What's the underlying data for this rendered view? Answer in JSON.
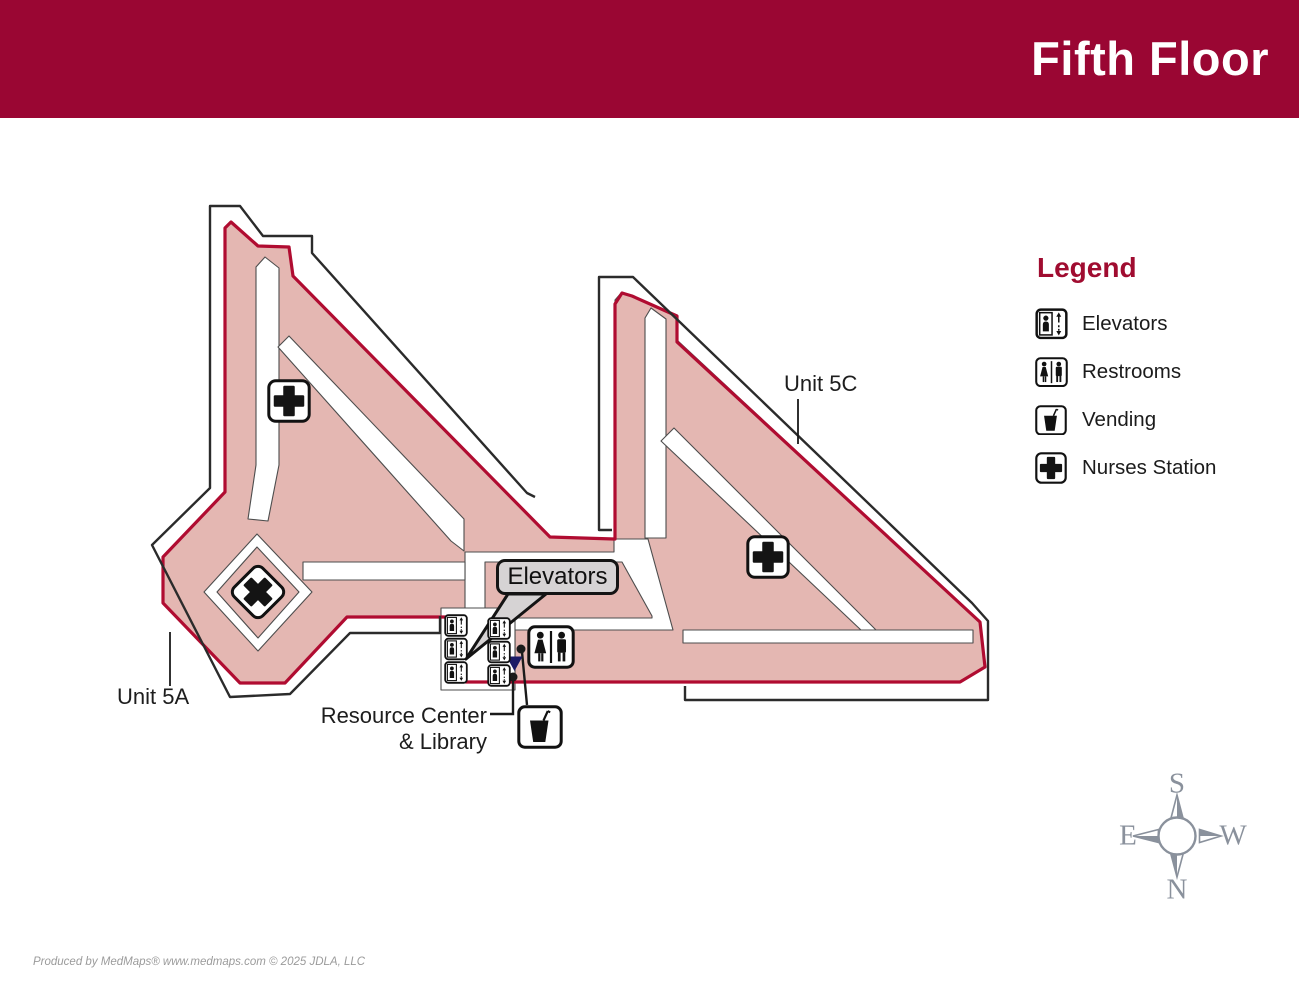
{
  "header": {
    "title": "Fifth Floor"
  },
  "map": {
    "unit_5a_label": "Unit 5A",
    "unit_5c_label": "Unit 5C",
    "elevators_callout": "Elevators",
    "resource_center_line1": "Resource Center",
    "resource_center_line2": "& Library",
    "icons": [
      {
        "type": "nurses-station",
        "area": "unit-5a-upper"
      },
      {
        "type": "nurses-station",
        "area": "unit-5a-diamond-room"
      },
      {
        "type": "nurses-station",
        "area": "unit-5c"
      },
      {
        "type": "elevator-bank",
        "count": 6,
        "area": "central-corridor"
      },
      {
        "type": "restrooms",
        "area": "central-corridor"
      },
      {
        "type": "vending",
        "area": "central-corridor"
      },
      {
        "type": "location-marker-triangle",
        "area": "central-corridor"
      }
    ]
  },
  "legend": {
    "title": "Legend",
    "items": [
      {
        "icon": "elevator-icon",
        "label": "Elevators"
      },
      {
        "icon": "restroom-icon",
        "label": "Restrooms"
      },
      {
        "icon": "vending-icon",
        "label": "Vending"
      },
      {
        "icon": "nurses-station-icon",
        "label": "Nurses Station"
      }
    ]
  },
  "compass": {
    "top": "S",
    "bottom": "N",
    "left": "E",
    "right": "W"
  },
  "footer": {
    "text": "Produced by MedMaps®  www.medmaps.com  © 2025 JDLA, LLC"
  },
  "colors": {
    "accent": "#9A0633",
    "map_line": "#B00C31",
    "unit_fill": "#E4B7B2",
    "outline": "#2B2B2B",
    "marker_navy": "#1B1A66",
    "compass_gray": "#8A919C"
  }
}
